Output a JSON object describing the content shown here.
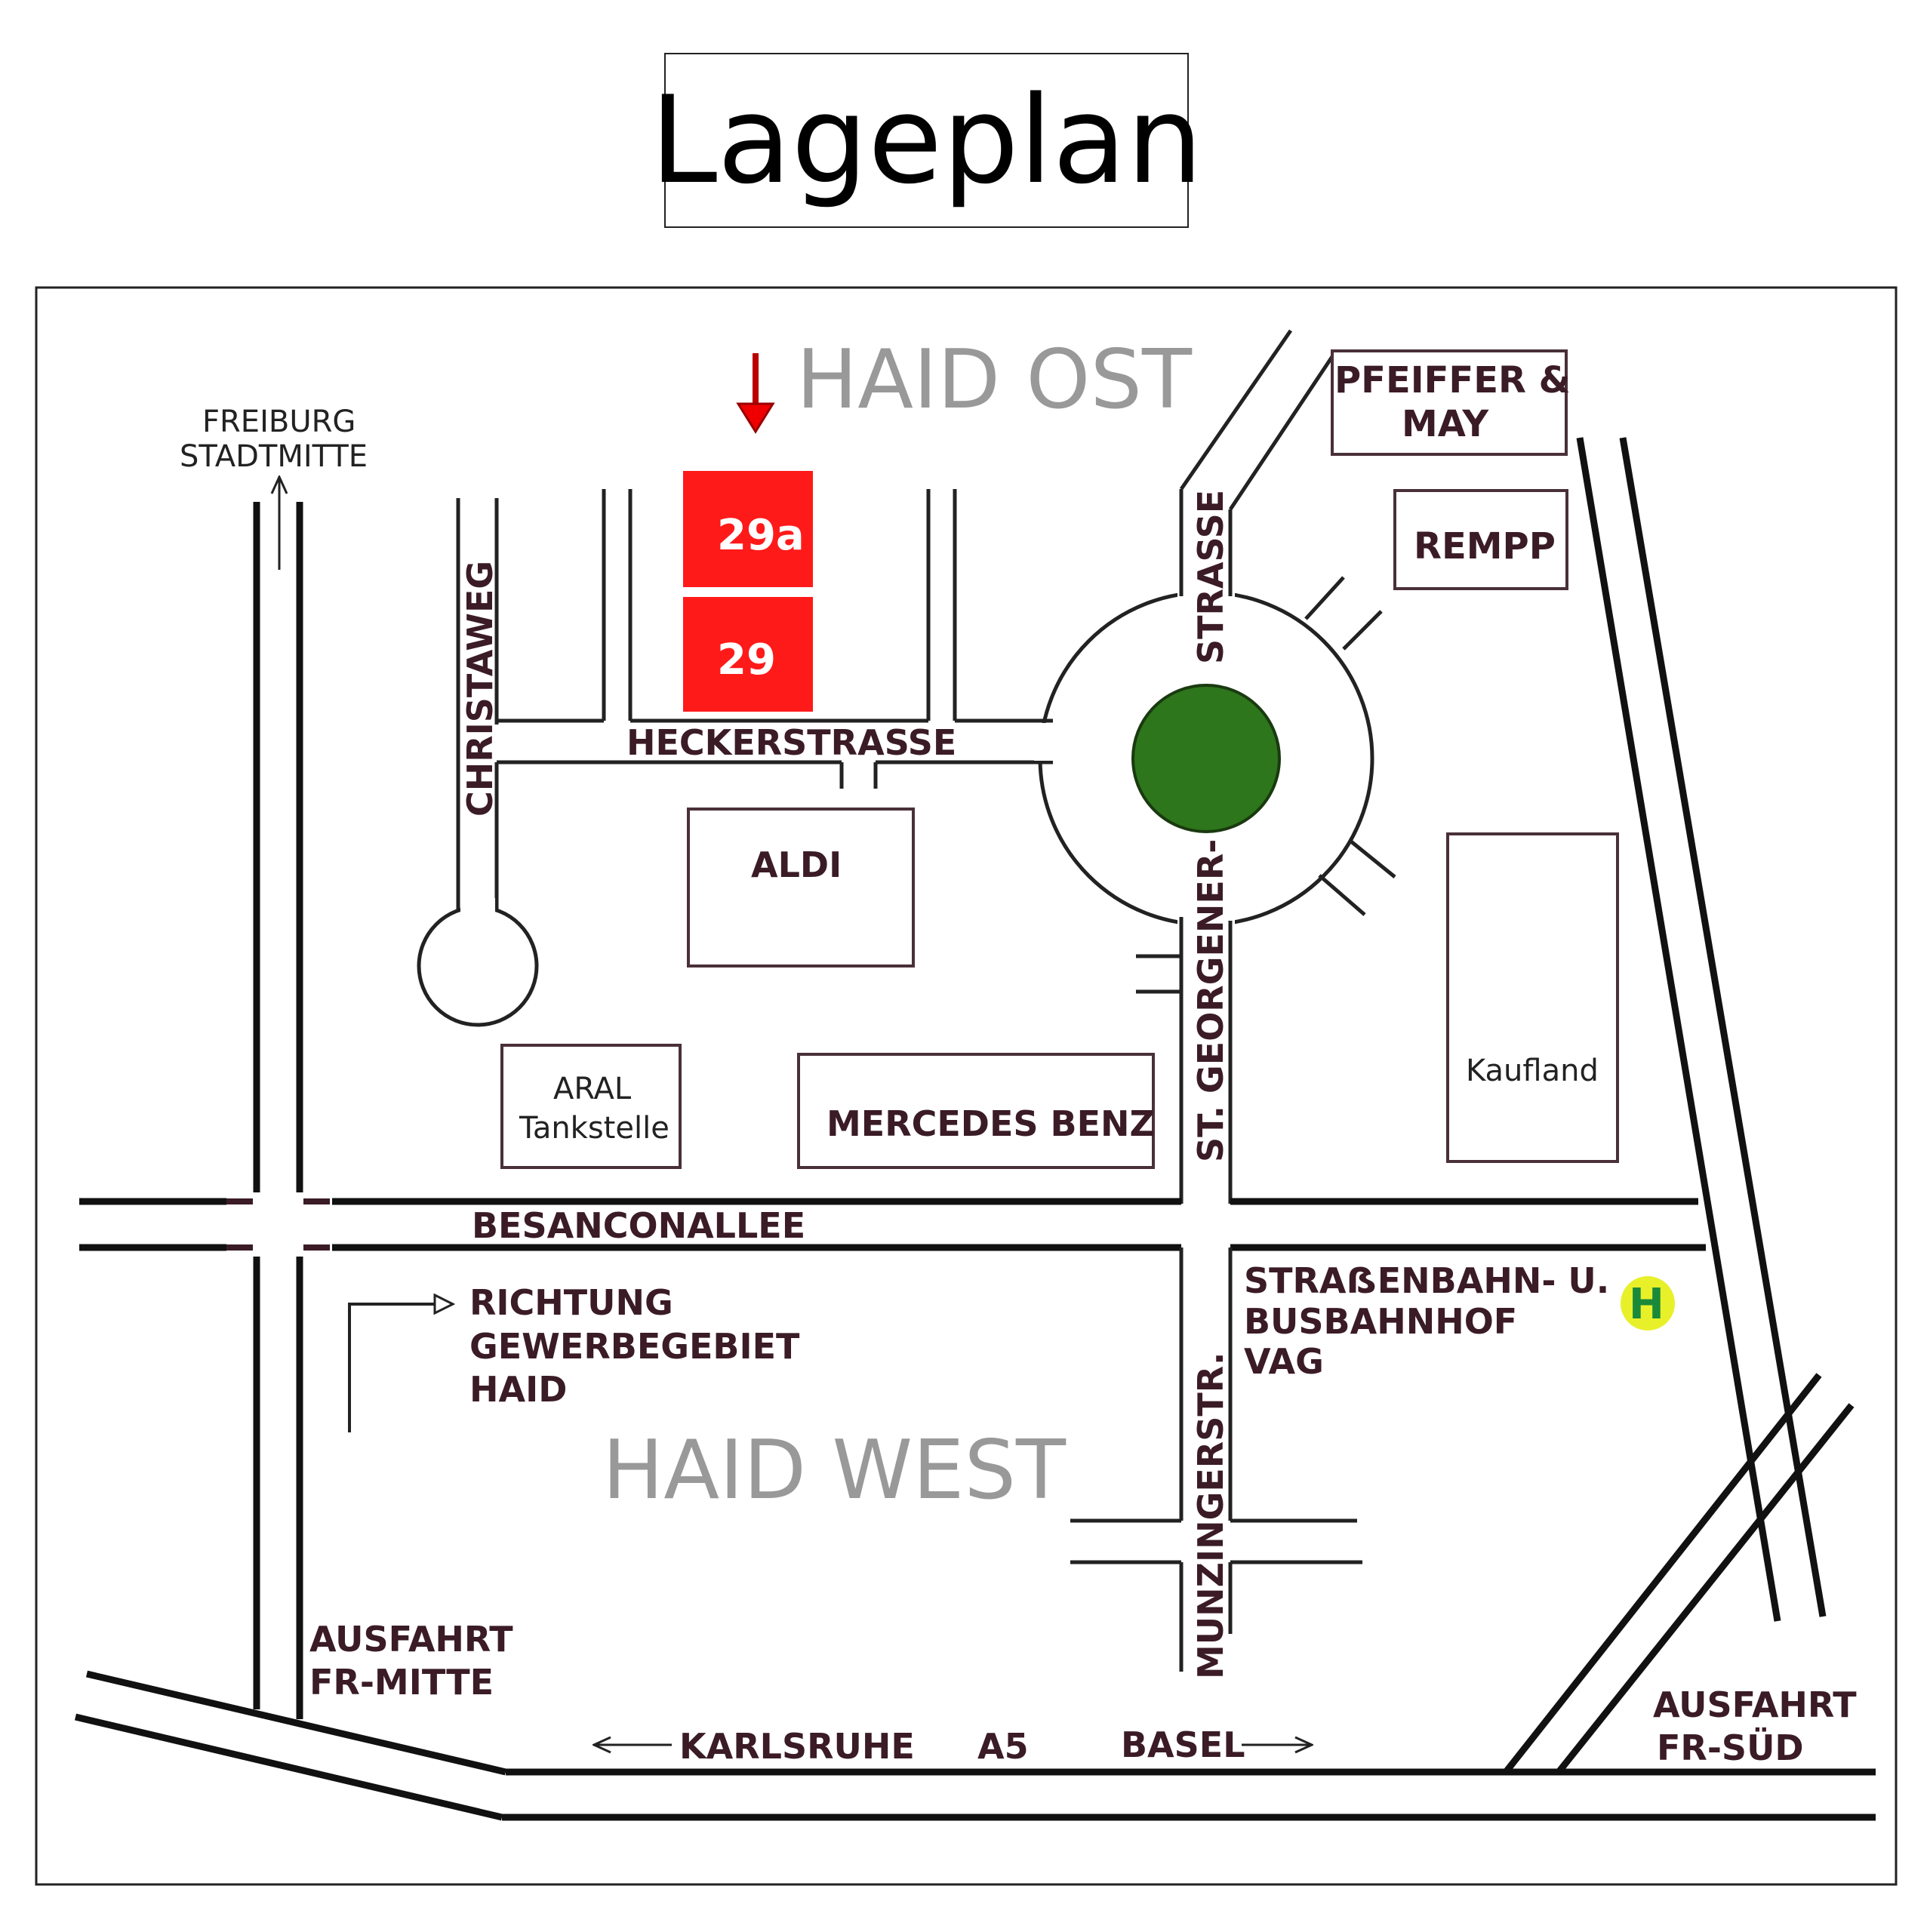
{
  "title": "Lageplan",
  "districts": {
    "north": "HAID OST",
    "south": "HAID WEST"
  },
  "buildings": {
    "b29a": "29a",
    "b29": "29",
    "aldi": "ALDI",
    "aral_line1": "ARAL",
    "aral_line2": "Tankstelle",
    "mercedes": "MERCEDES BENZ",
    "kaufland": "Kaufland",
    "pfeiffer_line1": "PFEIFFER &",
    "pfeiffer_line2": "MAY",
    "rempp": "REMPP"
  },
  "streets": {
    "christaweg": "CHRISTAWEG",
    "heckerstrasse": "HECKERSTRASSE",
    "strasse": "STRASSE",
    "st_georgener": "ST. GEORGENER-",
    "besanconallee": "BESANCONALLEE",
    "munzingerstr": "MUNZINGERSTR.",
    "karlsruhe": "KARLSRUHE",
    "a5": "A5",
    "basel": "BASEL"
  },
  "directions": {
    "freiburg_line1": "FREIBURG",
    "freiburg_line2": "STADTMITTE",
    "richtung_line1": "RICHTUNG",
    "richtung_line2": "GEWERBEGEBIET",
    "richtung_line3": "HAID",
    "ausfahrt_mitte_line1": "AUSFAHRT",
    "ausfahrt_mitte_line2": "FR-MITTE",
    "ausfahrt_sued_line1": "AUSFAHRT",
    "ausfahrt_sued_line2": "FR-SÜD"
  },
  "station": {
    "line1": "STRAẞENBAHN- U.",
    "line2": "BUSBAHNHOF",
    "line3": "VAG",
    "symbol": "H"
  },
  "colors": {
    "highlight_red": "#ff1a1a",
    "roundabout_green": "#2d761b",
    "station_yellow": "#e8f02a",
    "station_green": "#1a8a3a",
    "label_dark": "#3a1b26"
  }
}
